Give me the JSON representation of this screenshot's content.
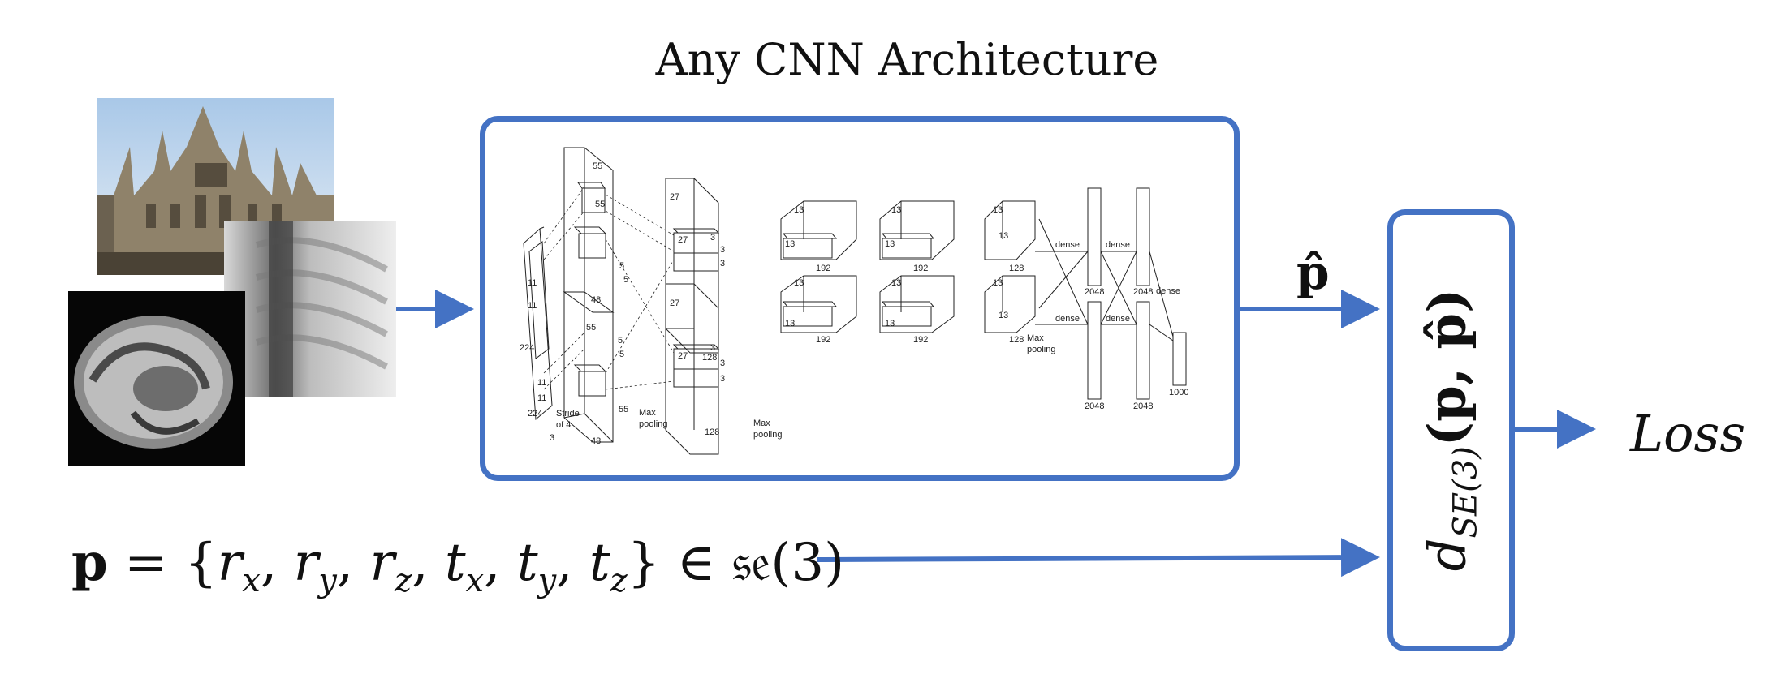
{
  "title": "Any CNN Architecture",
  "prediction_label": "p̂",
  "distance": {
    "symbol": "d",
    "subscript": "SE(3)",
    "args": "(p, p̂)"
  },
  "loss_label": "Loss",
  "pose_equation": {
    "lhs": "p",
    "equals": " = {",
    "components": [
      {
        "base": "r",
        "sub": "x"
      },
      {
        "base": "r",
        "sub": "y"
      },
      {
        "base": "r",
        "sub": "z"
      },
      {
        "base": "t",
        "sub": "x"
      },
      {
        "base": "t",
        "sub": "y"
      },
      {
        "base": "t",
        "sub": "z"
      }
    ],
    "close": "}",
    "member_of": " ∈ 𝔰𝔢(3)"
  },
  "input_images": [
    "building-photo",
    "x-ray-image",
    "brain-mri-image"
  ],
  "network_labels": {
    "input_size": "224",
    "input_size_b": "224",
    "input_depth": "3",
    "kernel1": "11",
    "kernel1b": "11",
    "kernel1c": "11",
    "kernel1d": "11",
    "stride": "Stride\nof 4",
    "l1_size": "55",
    "l1_size_b": "55",
    "l1_size_c": "55",
    "l1_depth": "48",
    "l1_depth_b": "48",
    "k2": "5",
    "k2b": "5",
    "k2c": "5",
    "k2d": "5",
    "l2_size": "27",
    "l2_size_b": "27",
    "l2_depth": "128",
    "l2_depth_b": "128",
    "k3": "3",
    "k3_b": "3",
    "k3_c": "3",
    "k3_d": "3",
    "k3_e": "3",
    "k3_f": "3",
    "l3_size": "13",
    "l3_size_b": "13",
    "l3_depth": "192",
    "l3_depth_b": "192",
    "l4_size": "13",
    "l4_size_b": "13",
    "l4_depth": "192",
    "l4_depth_b": "192",
    "l5_size": "13",
    "l5_size_b": "13",
    "l5_depth": "128",
    "l5_depth_b": "128",
    "max_pooling": "Max\npooling",
    "dense": "dense",
    "fc_size": "2048",
    "output_size": "1000"
  }
}
